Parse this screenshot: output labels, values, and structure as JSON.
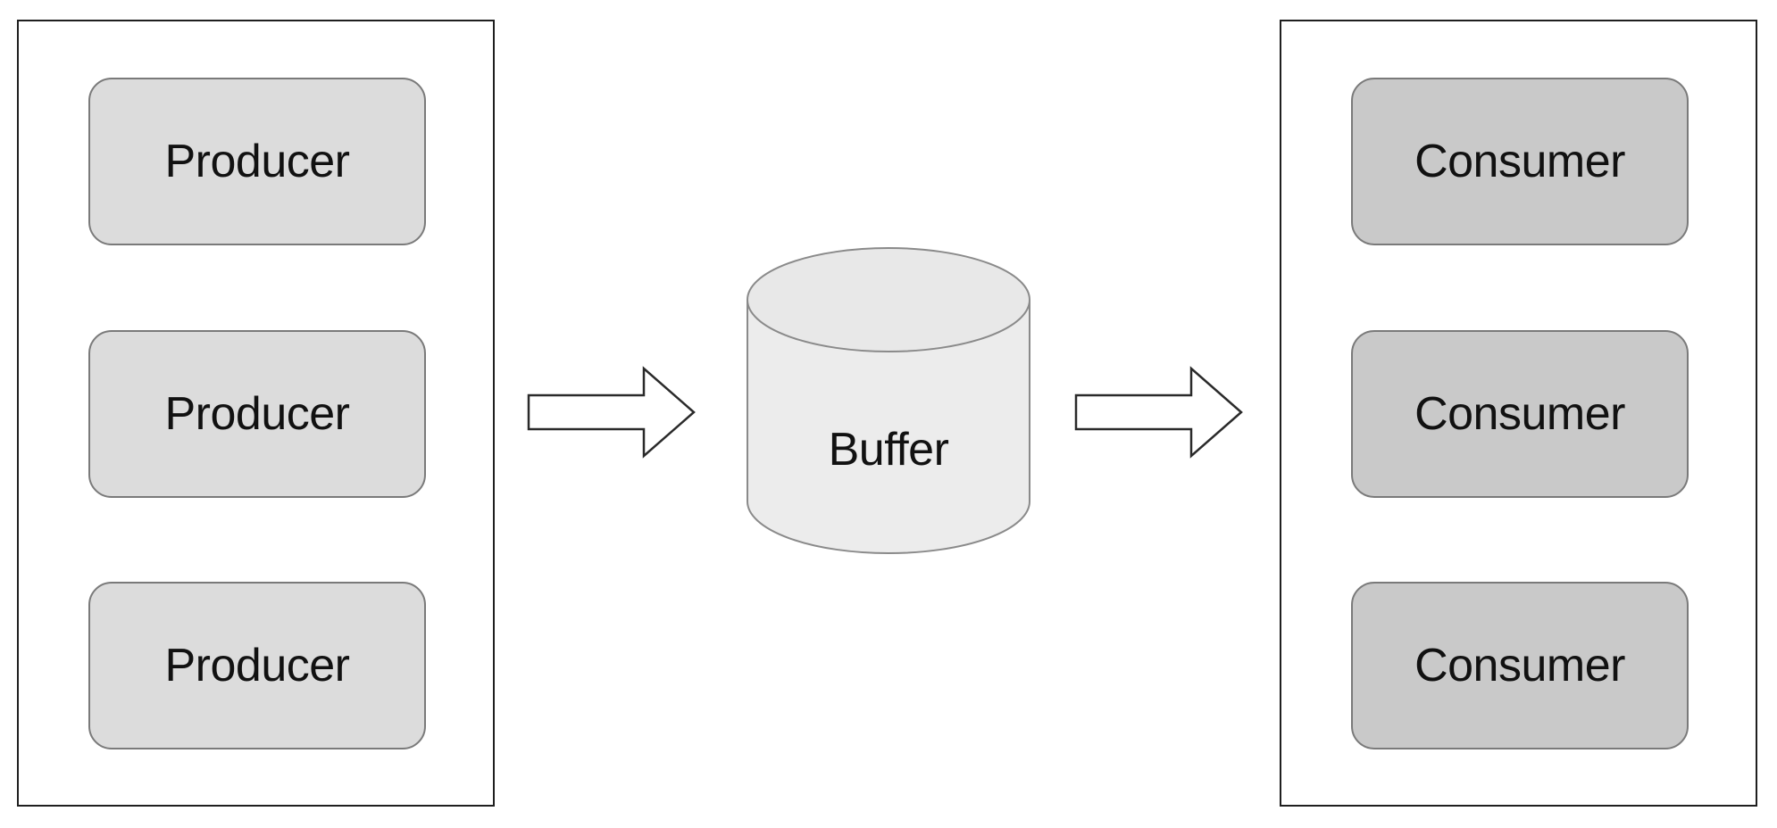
{
  "producers": {
    "items": [
      "Producer",
      "Producer",
      "Producer"
    ]
  },
  "buffer": {
    "label": "Buffer"
  },
  "consumers": {
    "items": [
      "Consumer",
      "Consumer",
      "Consumer"
    ]
  },
  "colors": {
    "frame_border": "#1f1f1f",
    "producer_fill": "#dcdcdc",
    "consumer_fill": "#c9c9c9",
    "node_border": "#7a7a7a",
    "buffer_fill": "#ececec",
    "arrow_fill": "#ffffff",
    "arrow_stroke": "#2a2a2a"
  },
  "icons": {
    "flow_arrow": "right-arrow-icon",
    "storage": "cylinder-icon"
  }
}
